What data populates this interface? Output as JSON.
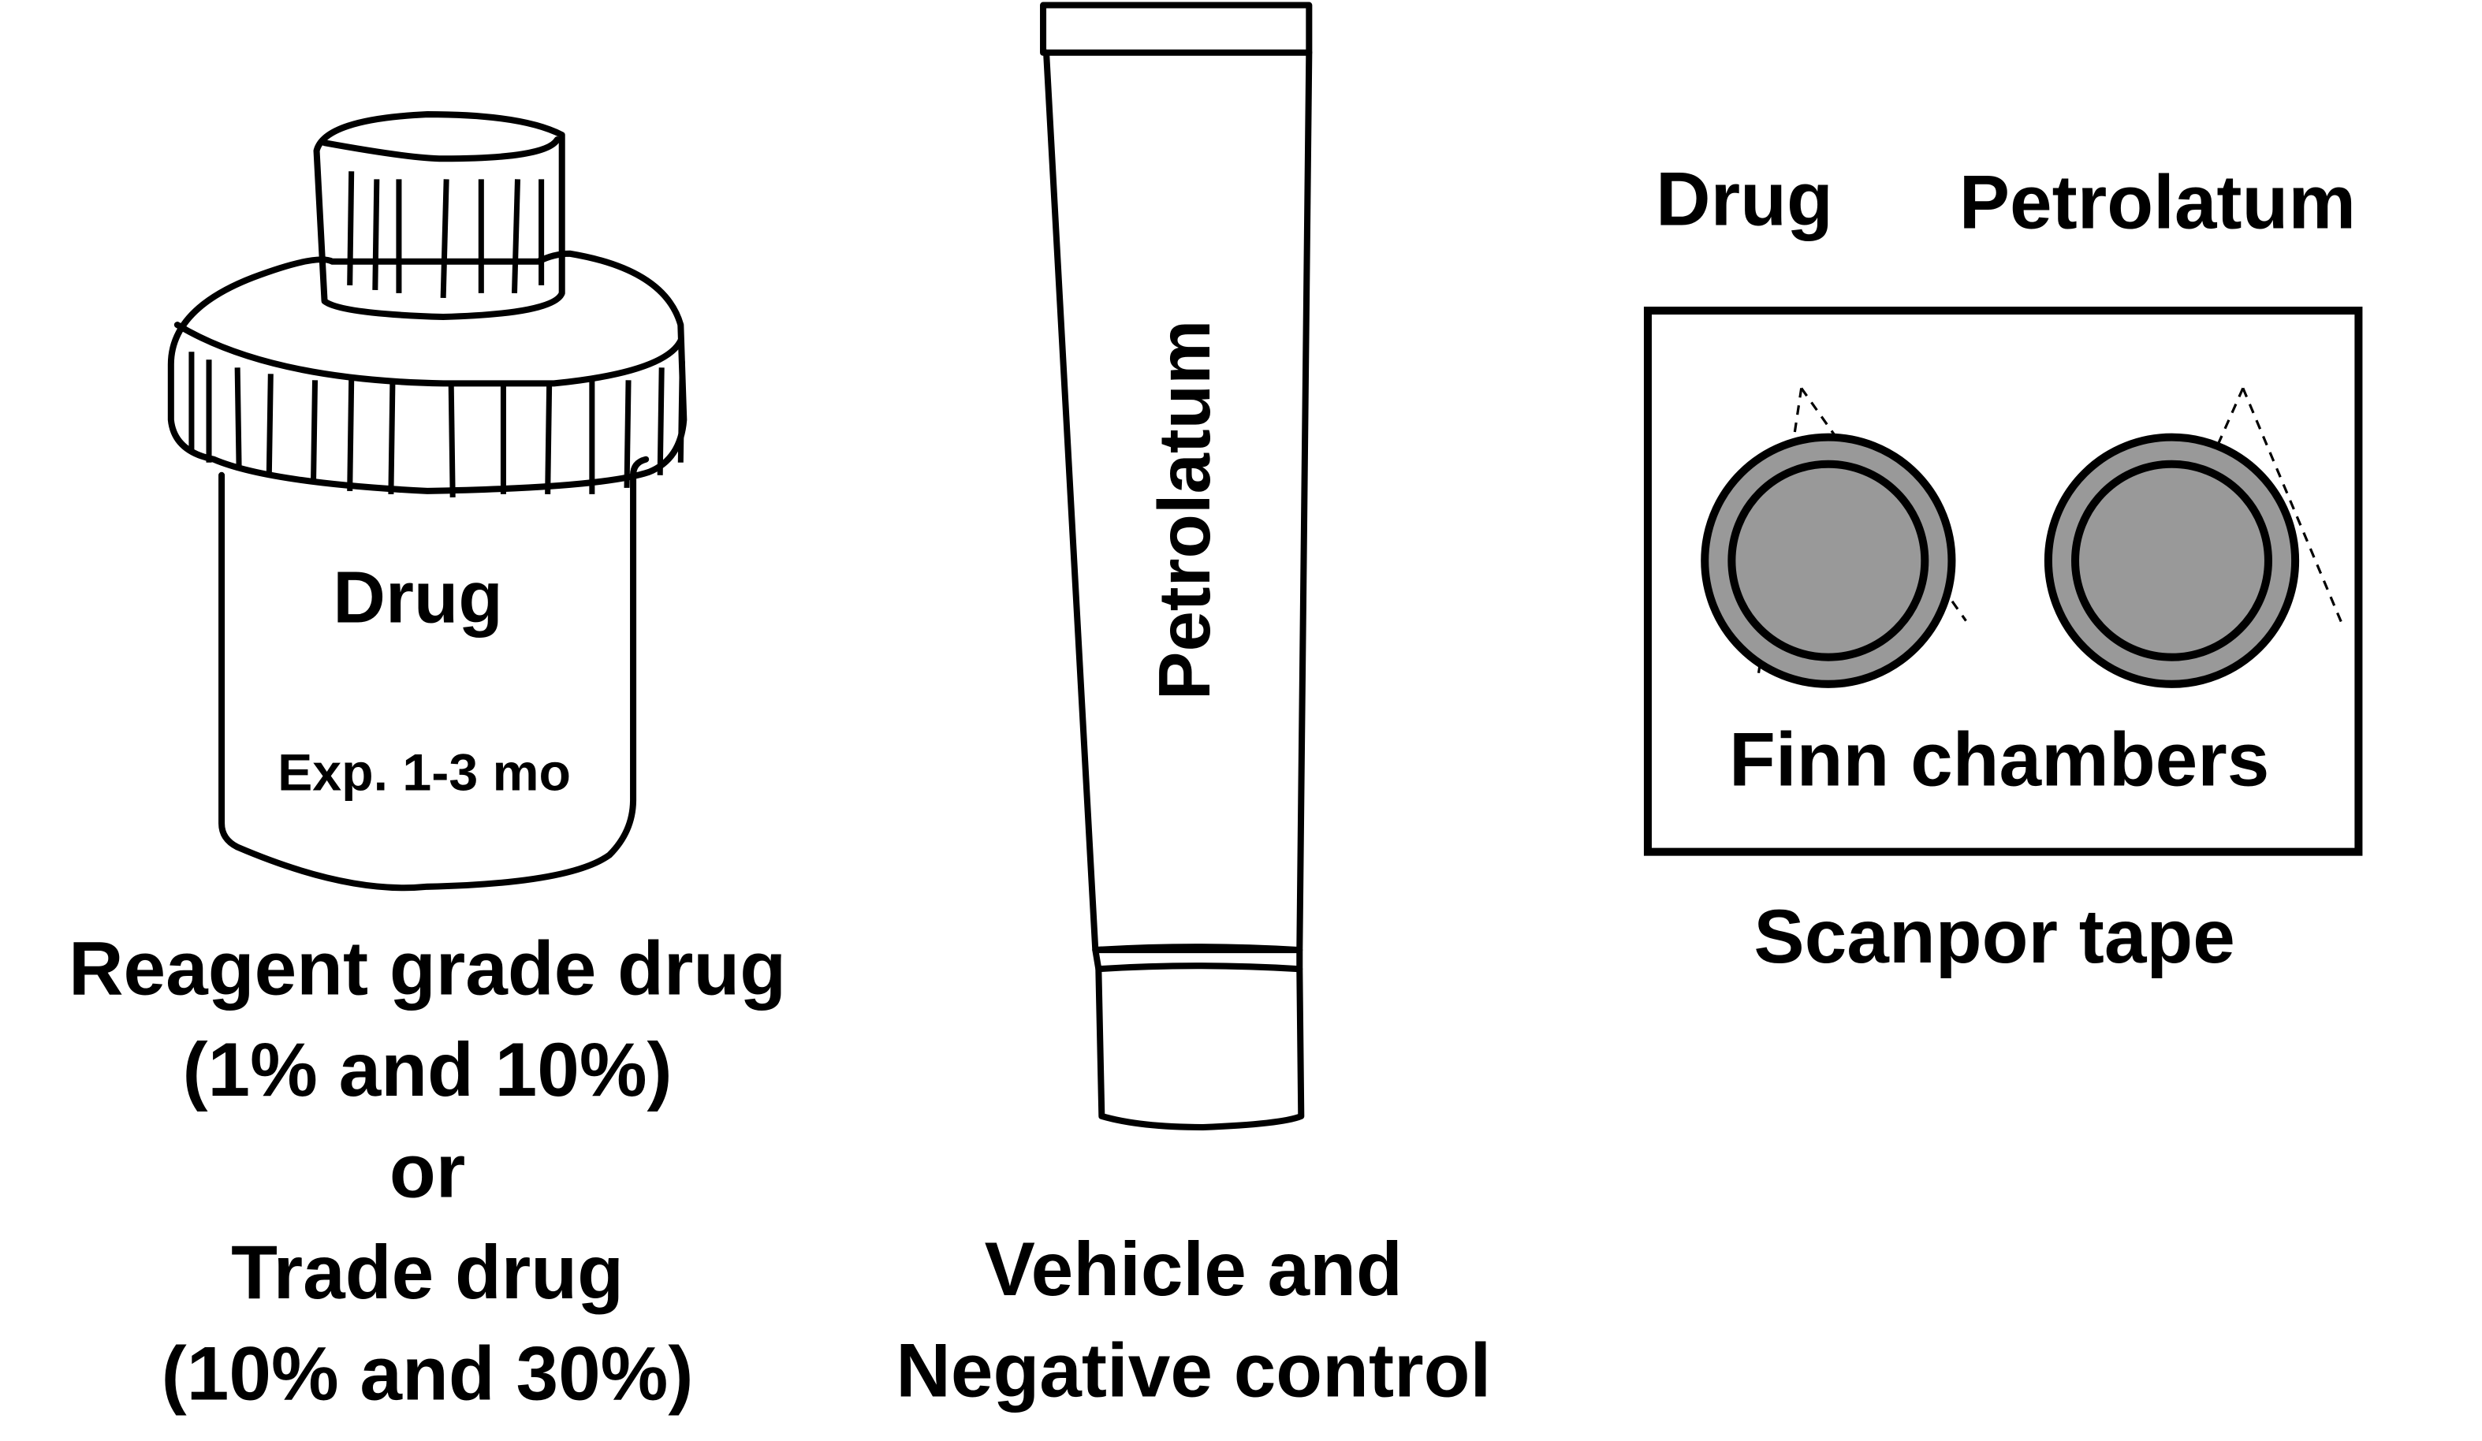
{
  "jar": {
    "label": "Drug",
    "expiry": "Exp. 1-3 mo",
    "caption": [
      "Reagent grade drug",
      "(1% and 10%)",
      "or",
      "Trade drug",
      "(10% and 30%)"
    ]
  },
  "tube": {
    "label": "Petrolatum",
    "caption": [
      "Vehicle and",
      "Negative control"
    ]
  },
  "patch": {
    "chamber_labels": [
      "Drug",
      "Petrolatum"
    ],
    "inner_label": "Finn chambers",
    "caption": "Scanpor tape",
    "chamber_fill": "#999999"
  }
}
